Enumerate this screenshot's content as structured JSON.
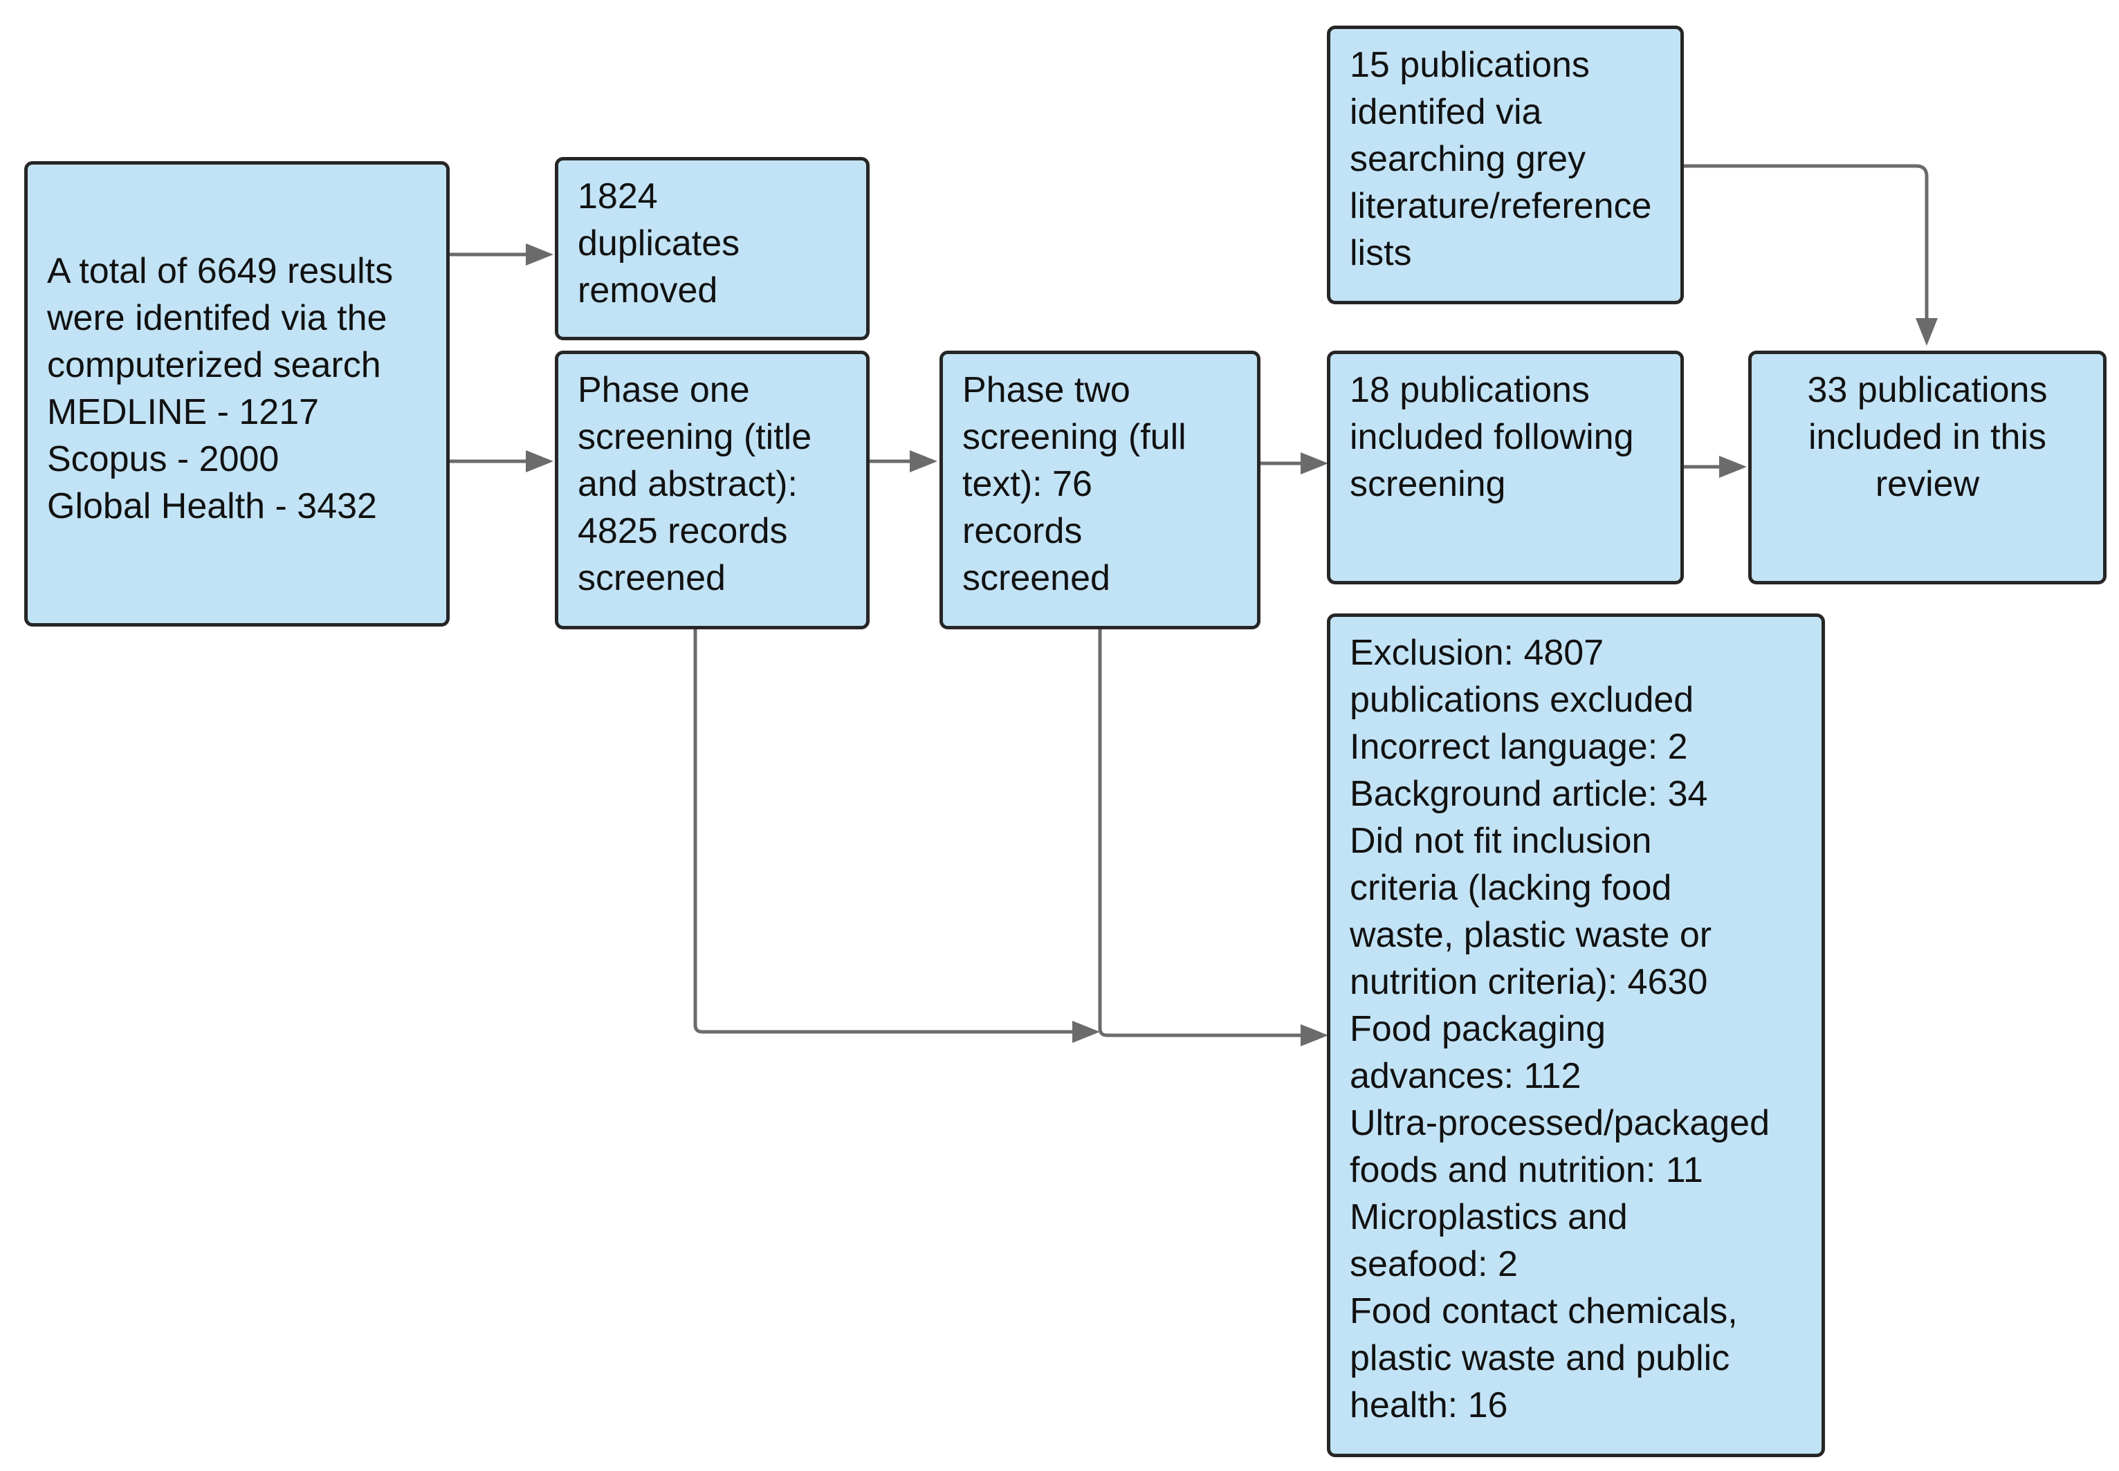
{
  "nodes": {
    "search": {
      "lines": [
        "A total of 6649 results",
        "were identifed via the",
        "computerized search",
        "MEDLINE - 1217",
        "Scopus - 2000",
        "Global Health - 3432"
      ]
    },
    "duplicates": {
      "lines": [
        "1824",
        "duplicates",
        "removed"
      ]
    },
    "phase_one": {
      "lines": [
        "Phase one",
        "screening (title",
        "and abstract):",
        "4825 records",
        "screened"
      ]
    },
    "phase_two": {
      "lines": [
        "Phase two",
        "screening (full",
        "text): 76",
        "records",
        "screened"
      ]
    },
    "grey_literature": {
      "lines": [
        "15 publications",
        "identifed via",
        "searching grey",
        "literature/reference",
        "lists"
      ]
    },
    "included_screening": {
      "lines": [
        "18 publications",
        "included following",
        "screening"
      ]
    },
    "included_review": {
      "lines": [
        "33 publications",
        "included in this",
        "review"
      ]
    },
    "exclusion": {
      "lines": [
        "Exclusion: 4807",
        "publications excluded",
        "Incorrect language: 2",
        "Background article: 34",
        "Did not fit inclusion",
        "criteria (lacking food",
        "waste, plastic waste or",
        "nutrition criteria): 4630",
        "Food packaging",
        "advances: 112",
        "Ultra-processed/packaged",
        "foods and nutrition: 11",
        "Microplastics and",
        "seafood: 2",
        "Food contact chemicals,",
        "plastic waste and public",
        "health: 16"
      ]
    }
  },
  "colors": {
    "box_fill": "#c2e3f5",
    "box_border": "#262626",
    "connector": "#6b6b6b",
    "text": "#111111"
  }
}
